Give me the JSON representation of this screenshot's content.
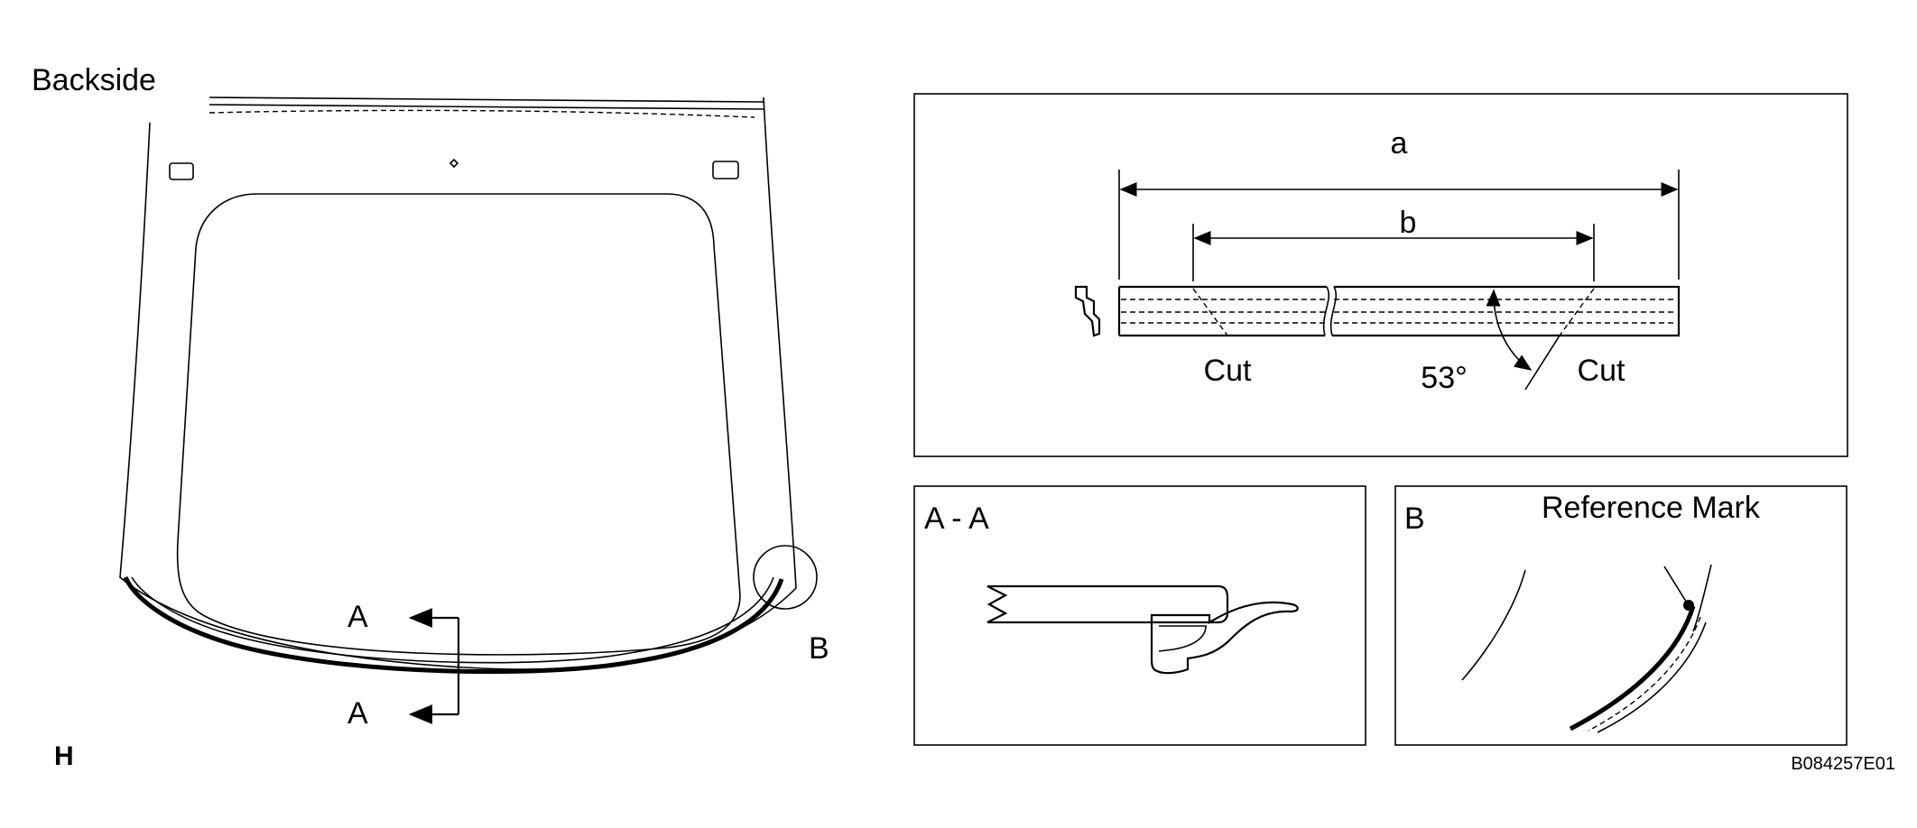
{
  "main_view": {
    "side_label": "Backside",
    "section_label_top": "A",
    "section_label_bottom": "A",
    "detail_label": "B",
    "view_code": "H"
  },
  "dimension_panel": {
    "dim_a": "a",
    "dim_b": "b",
    "cut_left": "Cut",
    "cut_right": "Cut",
    "angle": "53°"
  },
  "section_panel": {
    "title": "A - A"
  },
  "detail_panel": {
    "title": "B",
    "caption": "Reference Mark"
  },
  "figure_id": "B084257E01"
}
